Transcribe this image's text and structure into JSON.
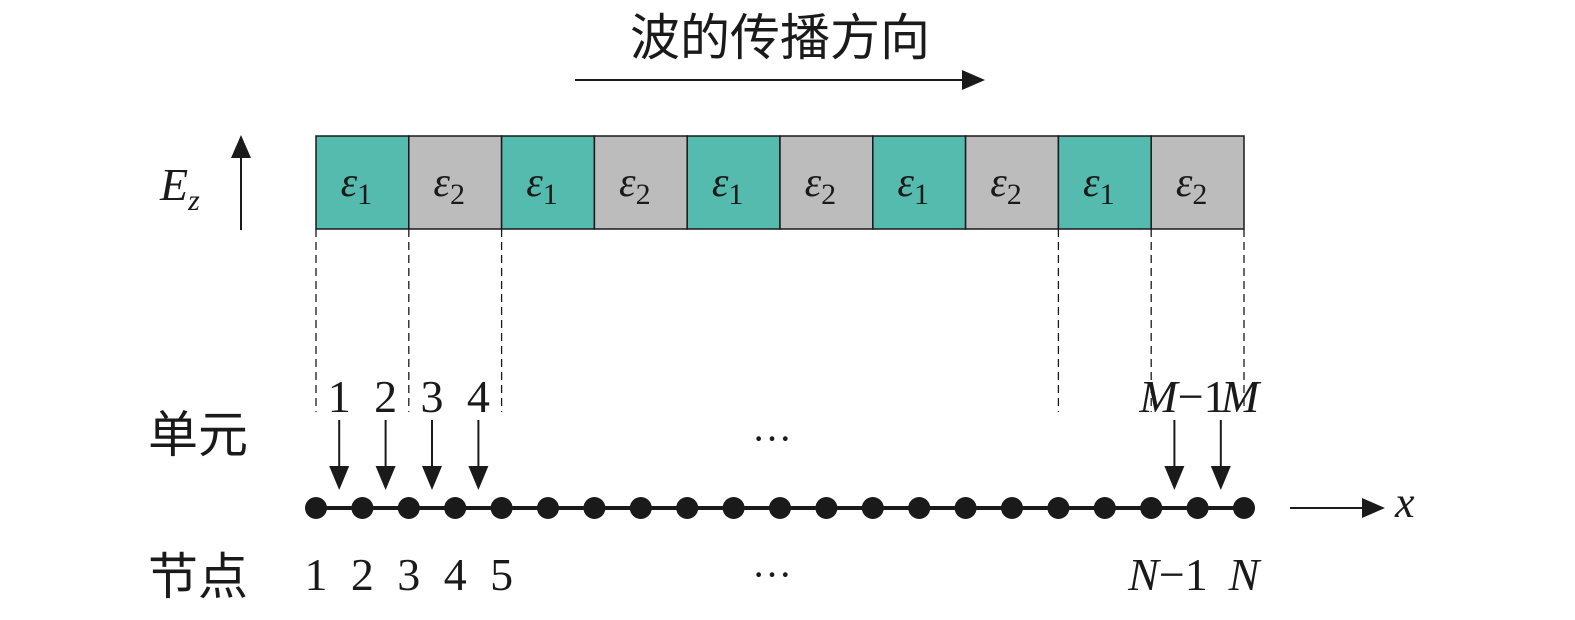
{
  "title": "波的传播方向",
  "field_label": {
    "main": "E",
    "sub": "z"
  },
  "cells": [
    {
      "eps": "ε",
      "sub": "1",
      "color": "#55BBAE"
    },
    {
      "eps": "ε",
      "sub": "2",
      "color": "#BCBCBC"
    },
    {
      "eps": "ε",
      "sub": "1",
      "color": "#55BBAE"
    },
    {
      "eps": "ε",
      "sub": "2",
      "color": "#BCBCBC"
    },
    {
      "eps": "ε",
      "sub": "1",
      "color": "#55BBAE"
    },
    {
      "eps": "ε",
      "sub": "2",
      "color": "#BCBCBC"
    },
    {
      "eps": "ε",
      "sub": "1",
      "color": "#55BBAE"
    },
    {
      "eps": "ε",
      "sub": "2",
      "color": "#BCBCBC"
    },
    {
      "eps": "ε",
      "sub": "1",
      "color": "#55BBAE"
    },
    {
      "eps": "ε",
      "sub": "2",
      "color": "#BCBCBC"
    }
  ],
  "element_row": {
    "label": "单元",
    "numbers": [
      "1",
      "2",
      "3",
      "4"
    ],
    "ellipsis": "···",
    "end_labels": [
      {
        "italic": "M",
        "rest": "−1"
      },
      {
        "italic": "M",
        "rest": ""
      }
    ]
  },
  "node_row": {
    "label": "节点",
    "numbers": [
      "1",
      "2",
      "3",
      "4",
      "5"
    ],
    "ellipsis": "···",
    "node_count": 21,
    "end_labels": [
      {
        "italic": "N",
        "rest": "−1"
      },
      {
        "italic": "N",
        "rest": ""
      }
    ]
  },
  "axis_label": "x",
  "colors": {
    "teal": "#55BBAE",
    "gray": "#BCBCBC",
    "ink": "#1a1a1a"
  }
}
